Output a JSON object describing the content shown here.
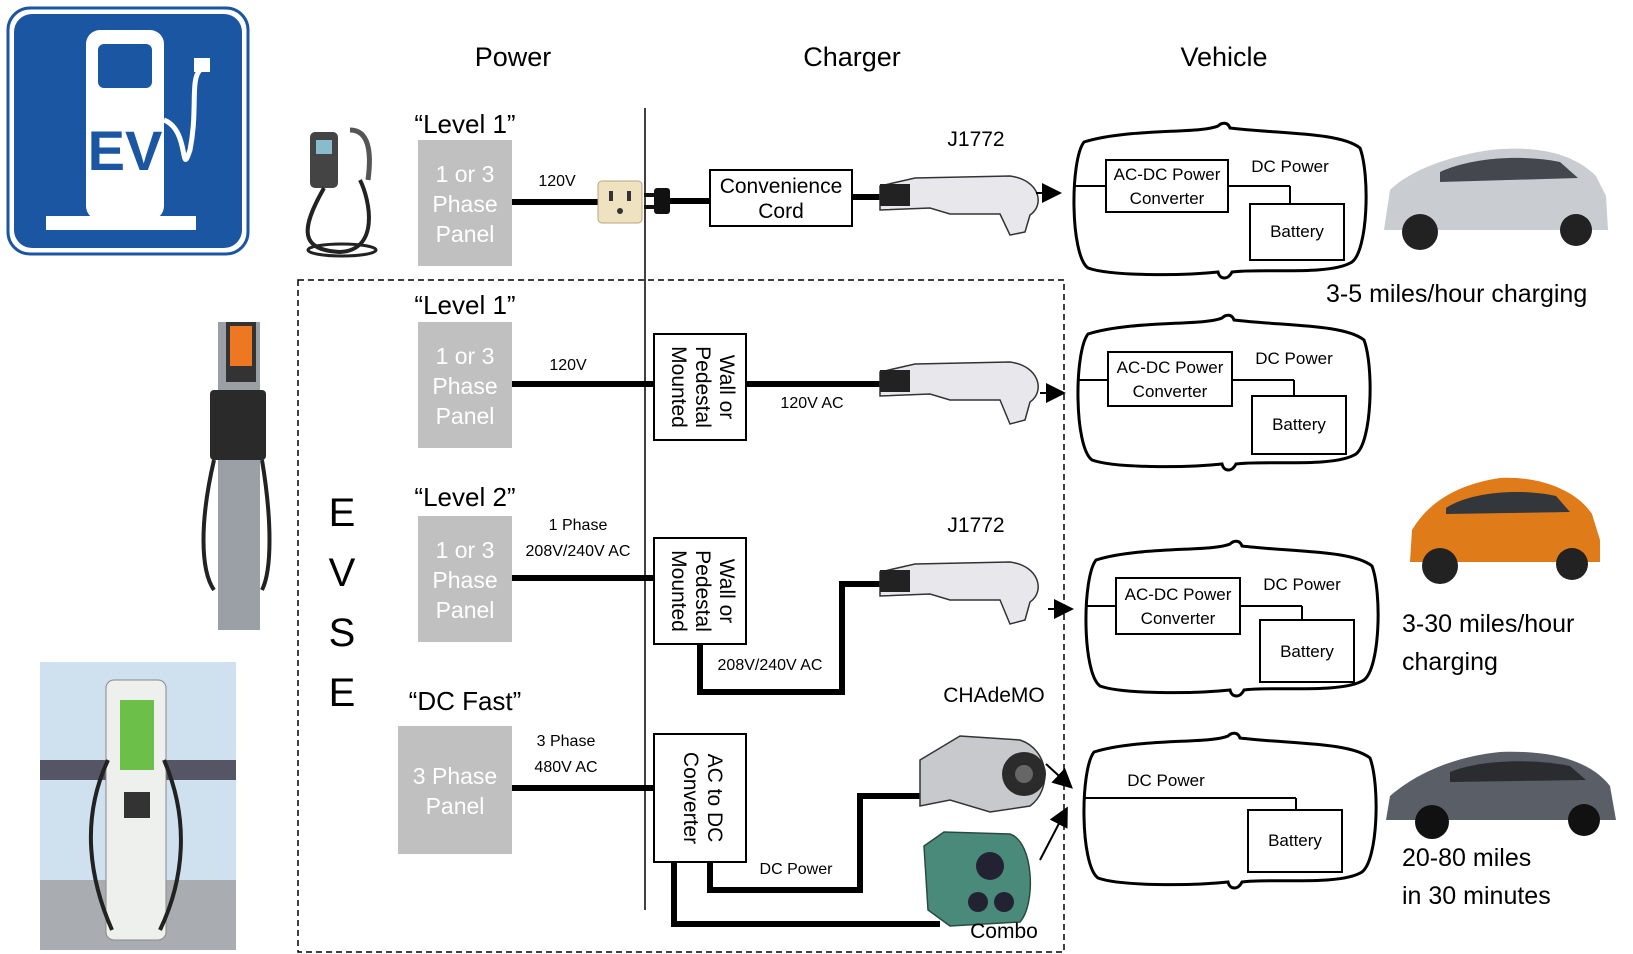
{
  "headers": {
    "power": "Power",
    "charger": "Charger",
    "vehicle": "Vehicle"
  },
  "logo": {
    "letters": "EV",
    "background": "#1b56a3"
  },
  "evse_label": [
    "E",
    "V",
    "S",
    "E"
  ],
  "rows": [
    {
      "level": "“Level 1”",
      "panel": [
        "1 or 3",
        "Phase",
        "Panel"
      ],
      "voltage": [
        "120V"
      ],
      "charger": [
        "Convenience",
        "Cord"
      ],
      "connector": "J1772",
      "vehicle": {
        "converter": [
          "AC-DC Power",
          "Converter"
        ],
        "dc": "DC Power",
        "battery": "Battery"
      },
      "note": [
        "3-5 miles/hour charging"
      ]
    },
    {
      "level": "“Level 1”",
      "panel": [
        "1 or 3",
        "Phase",
        "Panel"
      ],
      "voltage": [
        "120V"
      ],
      "charger": [
        "Wall or",
        "Pedestal",
        "Mounted"
      ],
      "out_label": "120V AC",
      "vehicle": {
        "converter": [
          "AC-DC Power",
          "Converter"
        ],
        "dc": "DC Power",
        "battery": "Battery"
      }
    },
    {
      "level": "“Level 2”",
      "panel": [
        "1 or 3",
        "Phase",
        "Panel"
      ],
      "voltage": [
        "1 Phase",
        "208V/240V AC"
      ],
      "charger": [
        "Wall or",
        "Pedestal",
        "Mounted"
      ],
      "out_label": "208V/240V AC",
      "connector": "J1772",
      "vehicle": {
        "converter": [
          "AC-DC Power",
          "Converter"
        ],
        "dc": "DC Power",
        "battery": "Battery"
      },
      "note": [
        "3-30 miles/hour",
        "charging"
      ]
    },
    {
      "level": "“DC Fast”",
      "panel": [
        "3 Phase",
        "Panel"
      ],
      "voltage": [
        "3 Phase",
        "480V AC"
      ],
      "charger": [
        "AC to DC",
        "Converter"
      ],
      "out_label": "DC Power",
      "connector": "CHAdeMO",
      "connector2": "Combo",
      "vehicle": {
        "dc": "DC Power",
        "battery": "Battery"
      },
      "note": [
        "20-80 miles",
        "in 30 minutes"
      ]
    }
  ],
  "colors": {
    "panel": "#c0c0c0",
    "car1": "#c9ccd1",
    "car2": "#e07b1a",
    "car3": "#5a5e66"
  }
}
